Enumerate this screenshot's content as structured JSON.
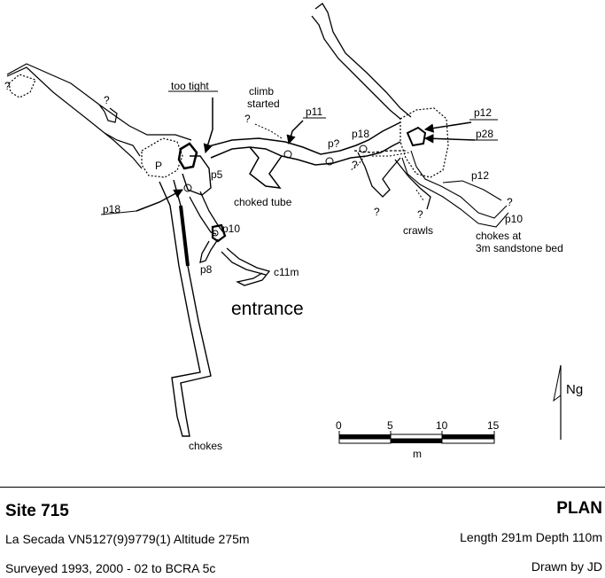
{
  "map": {
    "labels": {
      "too_tight": "too tight",
      "climb_started_1": "climb",
      "climb_started_2": "started",
      "p11": "p11",
      "p12_top": "p12",
      "p28": "p28",
      "p18_right": "p18",
      "p_q": "p?",
      "p12_right": "p12",
      "p10_right": "p10",
      "chokes_at_1": "chokes at",
      "chokes_at_2": "3m sandstone bed",
      "crawls": "crawls",
      "p5": "p5",
      "choked_tube": "choked tube",
      "p18_left": "p18",
      "p10_left": "p10",
      "p8": "p8",
      "c11m": "c11m",
      "entrance": "entrance",
      "chokes_bottom": "chokes",
      "P": "P",
      "q": "?"
    },
    "north_label": "Ng",
    "scale": {
      "ticks": [
        "0",
        "5",
        "10",
        "15"
      ],
      "unit": "m"
    }
  },
  "title_block": {
    "site": "Site 715",
    "view": "PLAN",
    "location": "La Secada   VN5127(9)9779(1)  Altitude 275m",
    "length_depth": "Length 291m  Depth 110m",
    "surveyed": "Surveyed 1993, 2000 - 02  to BCRA 5c",
    "drawn_by": "Drawn by JD"
  }
}
